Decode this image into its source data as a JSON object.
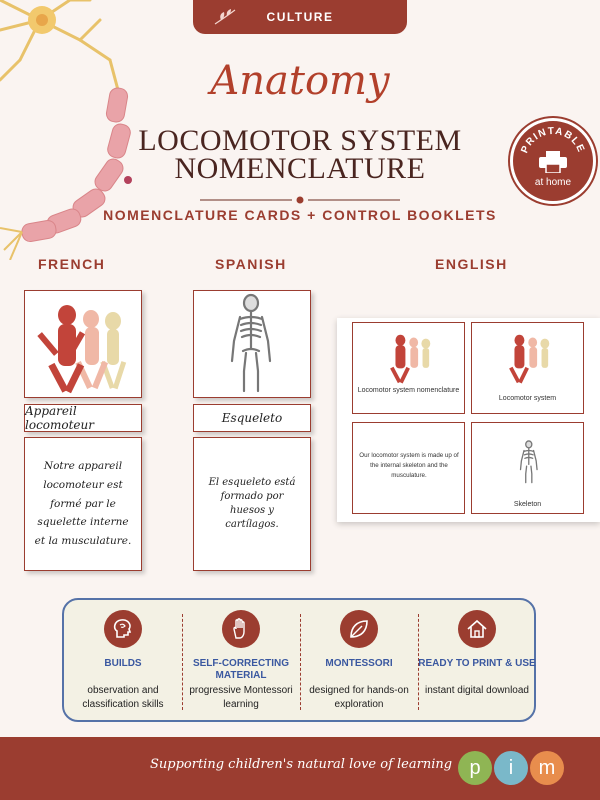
{
  "header": {
    "tab_label": "CULTURE",
    "script_title": "Anatomy",
    "title_line1": "LOCOMOTOR SYSTEM",
    "title_line2": "NOMENCLATURE",
    "subtitle": "NOMENCLATURE CARDS + CONTROL BOOKLETS"
  },
  "badge": {
    "top_text": "PRINTABLE",
    "bottom_text": "at home",
    "icon": "printer-icon"
  },
  "languages": {
    "french": {
      "heading": "FRENCH",
      "label": "Appareil locomoteur",
      "definition": "Notre appareil locomoteur est formé par le squelette interne et la musculature."
    },
    "spanish": {
      "heading": "SPANISH",
      "label": "Esqueleto",
      "definition": "El esqueleto está formado por huesos y cartílagos."
    },
    "english": {
      "heading": "ENGLISH",
      "card1_caption": "Locomotor system nomenclature",
      "card2_caption": "Locomotor system",
      "card3_text": "Our locomotor system is made up of the internal skeleton and the musculature.",
      "card4_caption": "Skeleton"
    }
  },
  "features": [
    {
      "icon": "brain-icon",
      "heading": "BUILDS",
      "description": "observation and classification skills"
    },
    {
      "icon": "hand-icon",
      "heading": "SELF-CORRECTING MATERIAL",
      "description": "progressive Montessori learning"
    },
    {
      "icon": "leaf-icon",
      "heading": "MONTESSORI",
      "description": "designed for hands-on exploration"
    },
    {
      "icon": "home-icon",
      "heading": "READY TO PRINT & USE",
      "description": "instant digital download"
    }
  ],
  "footer": {
    "tagline": "Supporting children's natural love of learning",
    "logo_letters": [
      "p",
      "i",
      "m"
    ]
  },
  "colors": {
    "accent": "#9b3d30",
    "background": "#faf4f1",
    "feature_heading": "#3a58a0",
    "logo_p": "#8fb554",
    "logo_i": "#7ab8c9",
    "logo_m": "#e88d4d"
  }
}
